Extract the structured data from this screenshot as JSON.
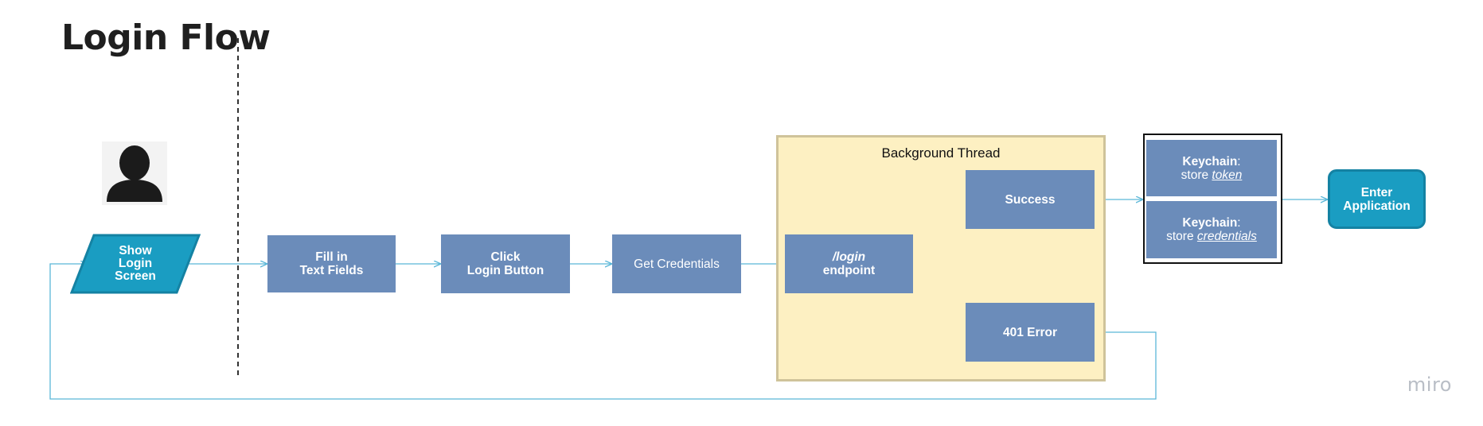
{
  "diagram": {
    "title": "Login Flow",
    "user_icon": "user-silhouette-icon",
    "nodes": {
      "show_login": [
        "Show",
        "Login",
        "Screen"
      ],
      "fill_fields": [
        "Fill in",
        "Text Fields"
      ],
      "click_login": [
        "Click",
        "Login Button"
      ],
      "get_credentials": "Get Credentials",
      "login_endpoint": {
        "path": "/login",
        "label": "endpoint"
      },
      "success": "Success",
      "error_401": "401 Error",
      "keychain_token": {
        "title": "Keychain",
        "store": "store",
        "item": "token"
      },
      "keychain_credentials": {
        "title": "Keychain",
        "store": "store",
        "item": "credentials"
      },
      "enter_app": [
        "Enter",
        "Application"
      ]
    },
    "group_label": "Background Thread",
    "watermark": "miro",
    "colors": {
      "process_box": "#6b8cba",
      "terminal": "#1a9dc2",
      "connector": "#5bb7d8",
      "thread_fill": "#fdf0c2"
    }
  }
}
